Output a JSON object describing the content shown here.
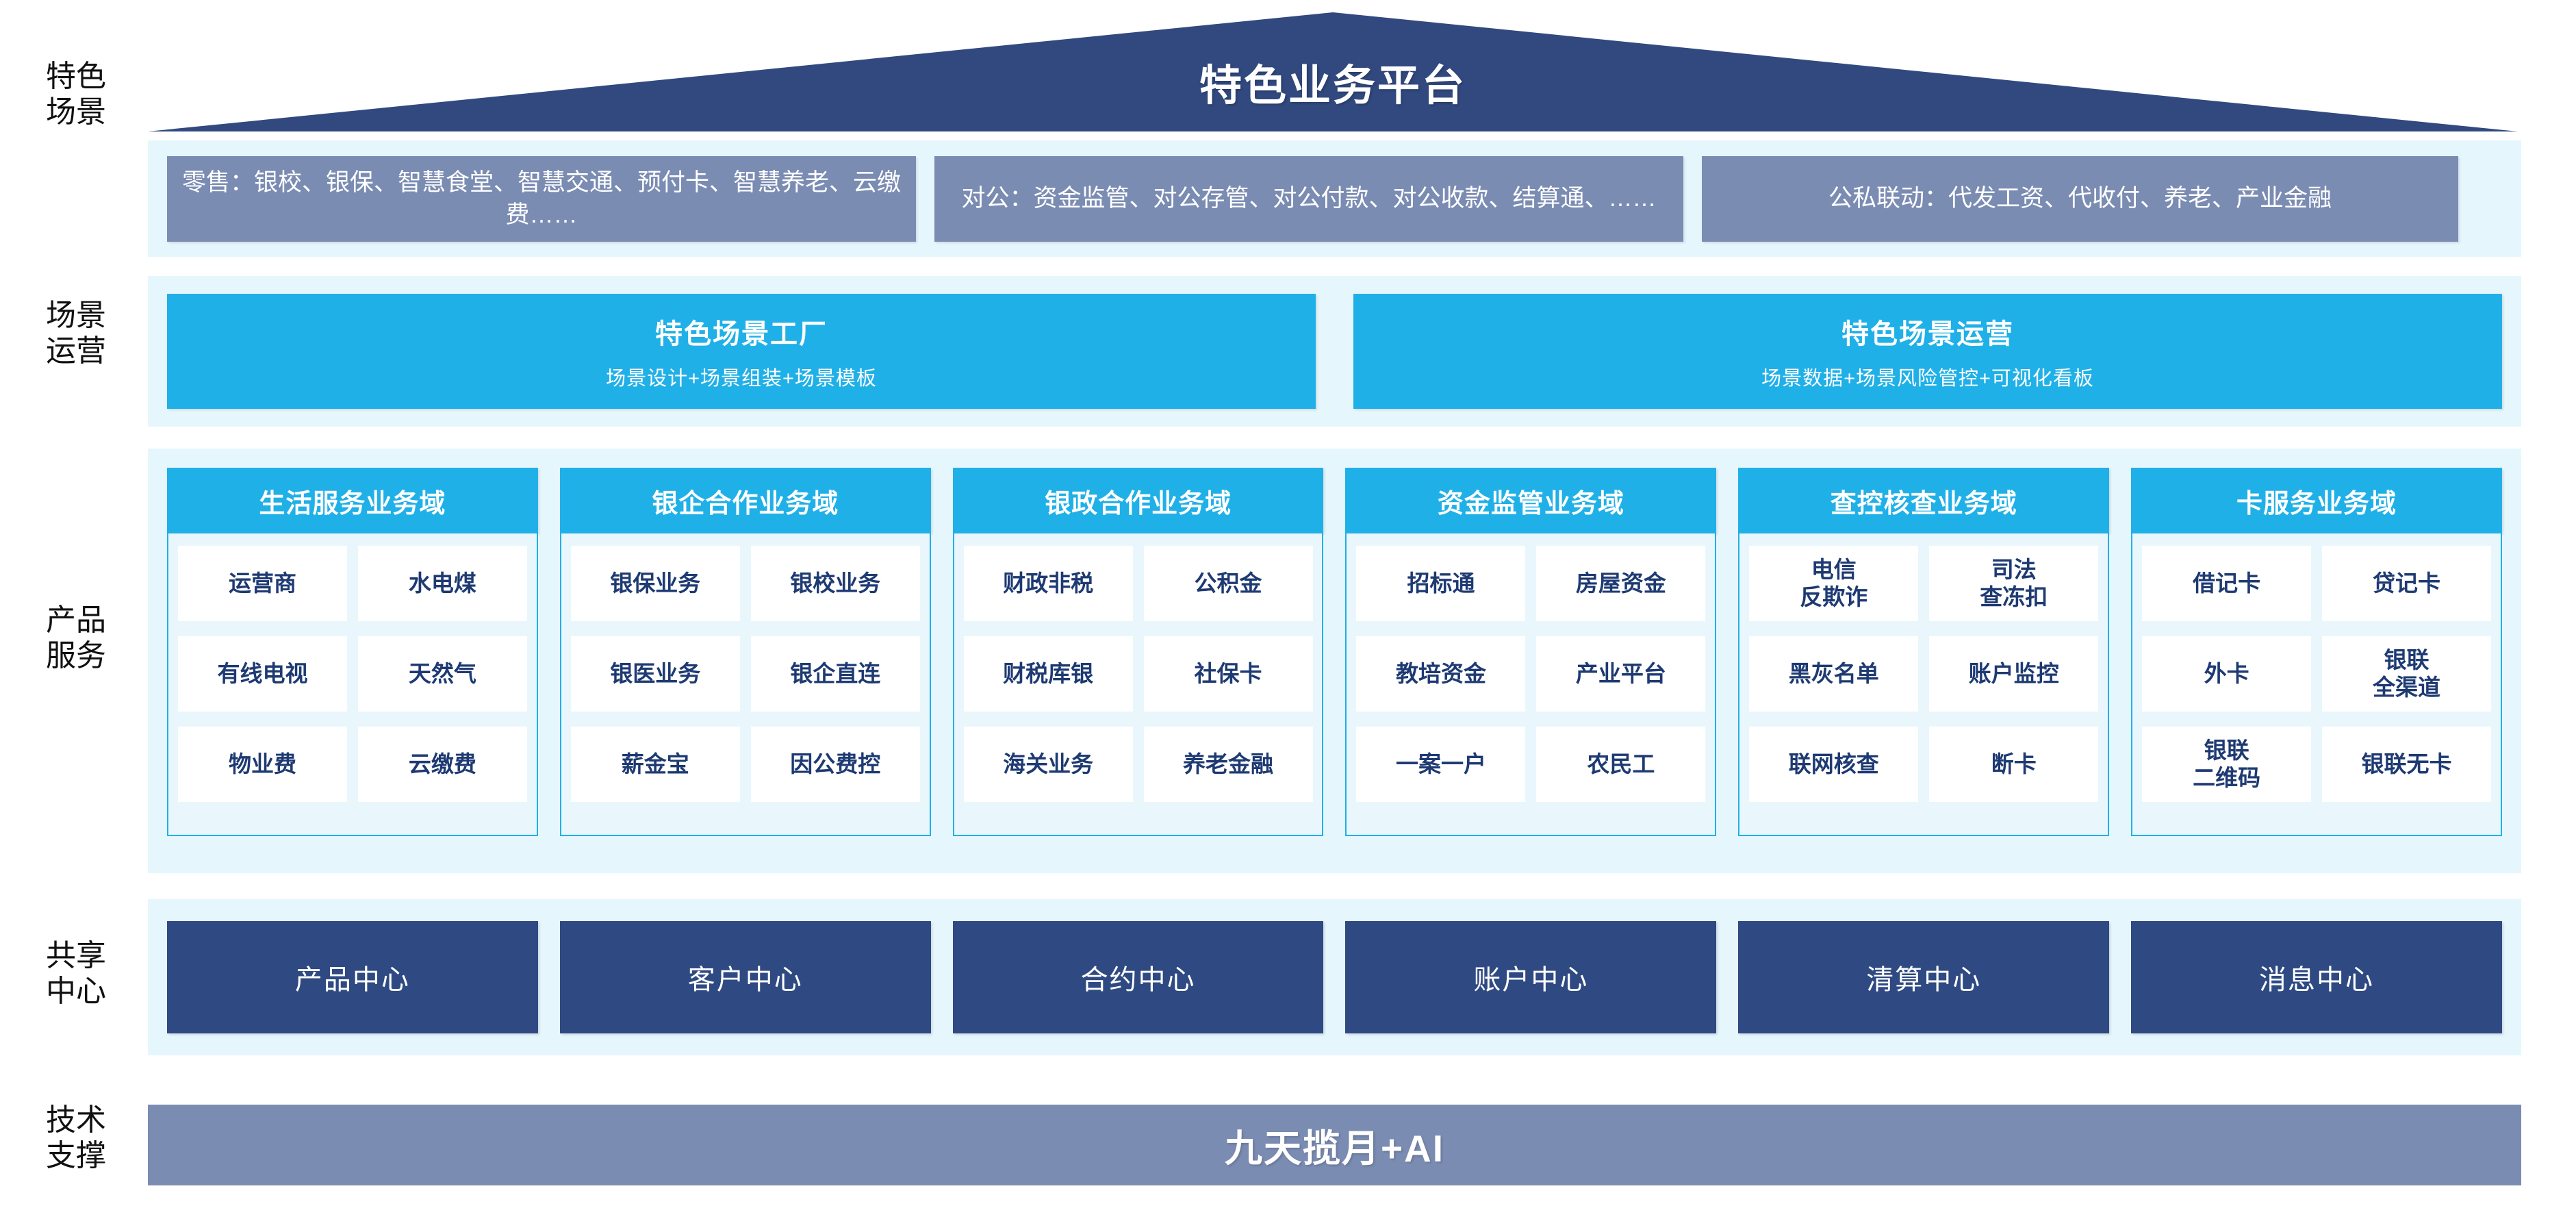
{
  "header": {
    "title": "特色业务平台"
  },
  "rows": {
    "scenario_label": "特色\n场景",
    "operation_label": "场景\n运营",
    "product_label": "产品\n服务",
    "shared_label": "共享\n中心",
    "support_label": "技术\n支撑"
  },
  "scenarios": [
    {
      "text": "零售：银校、银保、智慧食堂、智慧交通、预付卡、智慧养老、云缴费……"
    },
    {
      "text": "对公：资金监管、对公存管、对公付款、对公收款、结算通、……"
    },
    {
      "text": "公私联动：代发工资、代收付、养老、产业金融"
    }
  ],
  "operations": [
    {
      "title": "特色场景工厂",
      "subtitle": "场景设计+场景组装+场景模板"
    },
    {
      "title": "特色场景运营",
      "subtitle": "场景数据+场景风险管控+可视化看板"
    }
  ],
  "domains": [
    {
      "title": "生活服务业务域",
      "rows": [
        [
          "运营商",
          "水电煤"
        ],
        [
          "有线电视",
          "天然气"
        ],
        [
          "物业费",
          "云缴费"
        ]
      ]
    },
    {
      "title": "银企合作业务域",
      "rows": [
        [
          "银保业务",
          "银校业务"
        ],
        [
          "银医业务",
          "银企直连"
        ],
        [
          "薪金宝",
          "因公费控"
        ]
      ]
    },
    {
      "title": "银政合作业务域",
      "rows": [
        [
          "财政非税",
          "公积金"
        ],
        [
          "财税库银",
          "社保卡"
        ],
        [
          "海关业务",
          "养老金融"
        ]
      ]
    },
    {
      "title": "资金监管业务域",
      "rows": [
        [
          "招标通",
          "房屋资金"
        ],
        [
          "教培资金",
          "产业平台"
        ],
        [
          "一案一户",
          "农民工"
        ]
      ]
    },
    {
      "title": "查控核查业务域",
      "rows": [
        [
          "电信\n反欺诈",
          "司法\n查冻扣"
        ],
        [
          "黑灰名单",
          "账户监控"
        ],
        [
          "联网核查",
          "断卡"
        ]
      ]
    },
    {
      "title": "卡服务业务域",
      "rows": [
        [
          "借记卡",
          "贷记卡"
        ],
        [
          "外卡",
          "银联\n全渠道"
        ],
        [
          "银联\n二维码",
          "银联无卡"
        ]
      ]
    }
  ],
  "shared_centers": [
    {
      "label": "产品中心"
    },
    {
      "label": "客户中心"
    },
    {
      "label": "合约中心"
    },
    {
      "label": "账户中心"
    },
    {
      "label": "清算中心"
    },
    {
      "label": "消息中心"
    }
  ],
  "support": {
    "label": "九天揽月+AI"
  },
  "colors": {
    "banner_navy": "#31497f",
    "band_bg": "#e6f6fd",
    "scenario_box": "#7b8cb3",
    "cyan": "#20b0e8",
    "center_navy": "#2f4a82",
    "cell_text": "#1e3a73",
    "support_bar": "#7b8cb3"
  }
}
